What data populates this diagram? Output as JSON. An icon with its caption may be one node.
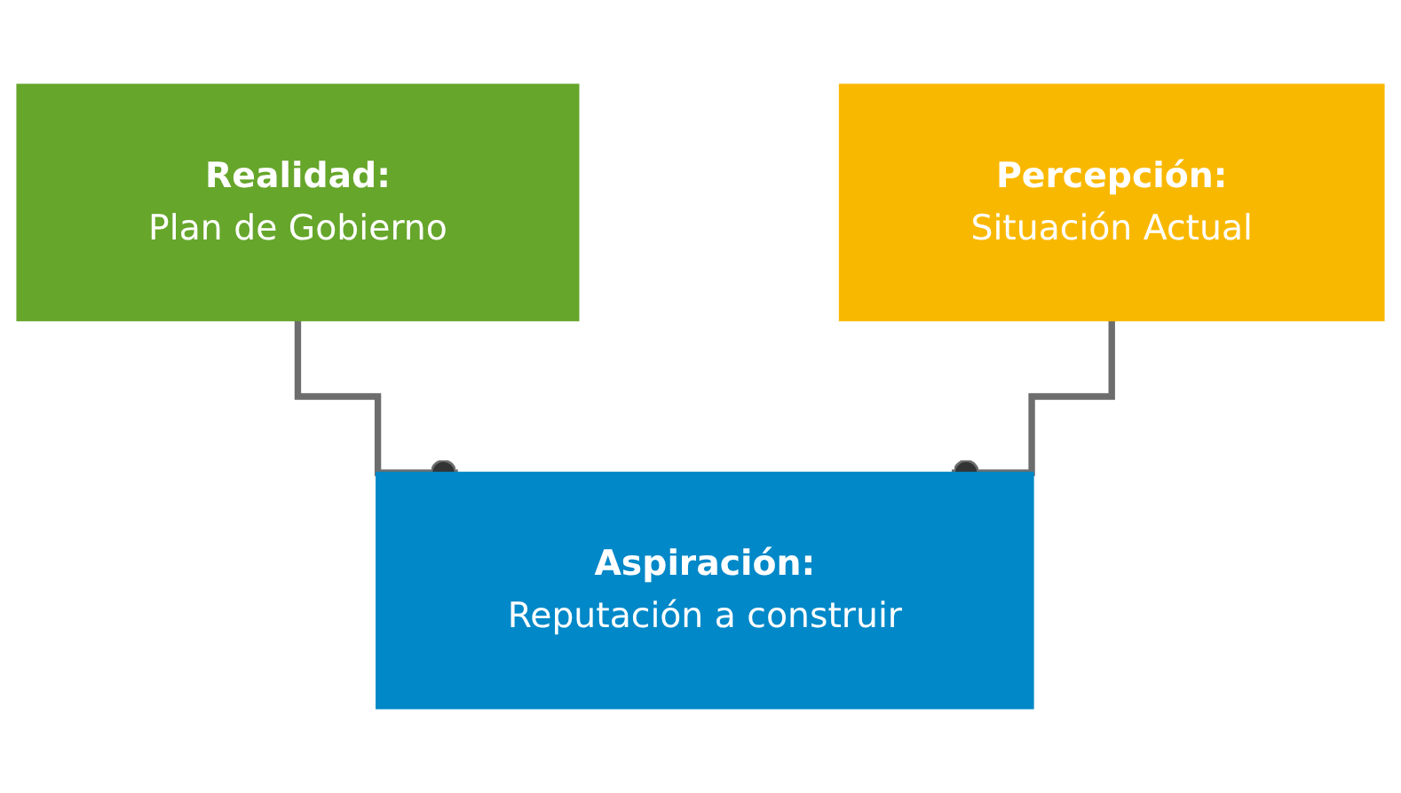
{
  "diagram": {
    "nodes": [
      {
        "text": [
          "Realidad:",
          "Plan de Gobierno"
        ]
      },
      {
        "text": [
          "Percepción:",
          "Situación Actual"
        ]
      },
      {
        "text": [
          "Aspiración:",
          "Reputación a construir"
        ]
      }
    ],
    "edges": [
      {
        "from": 0,
        "to": 2,
        "arrow": "other"
      },
      {
        "from": 1,
        "to": 2,
        "arrow": "other"
      }
    ]
  }
}
